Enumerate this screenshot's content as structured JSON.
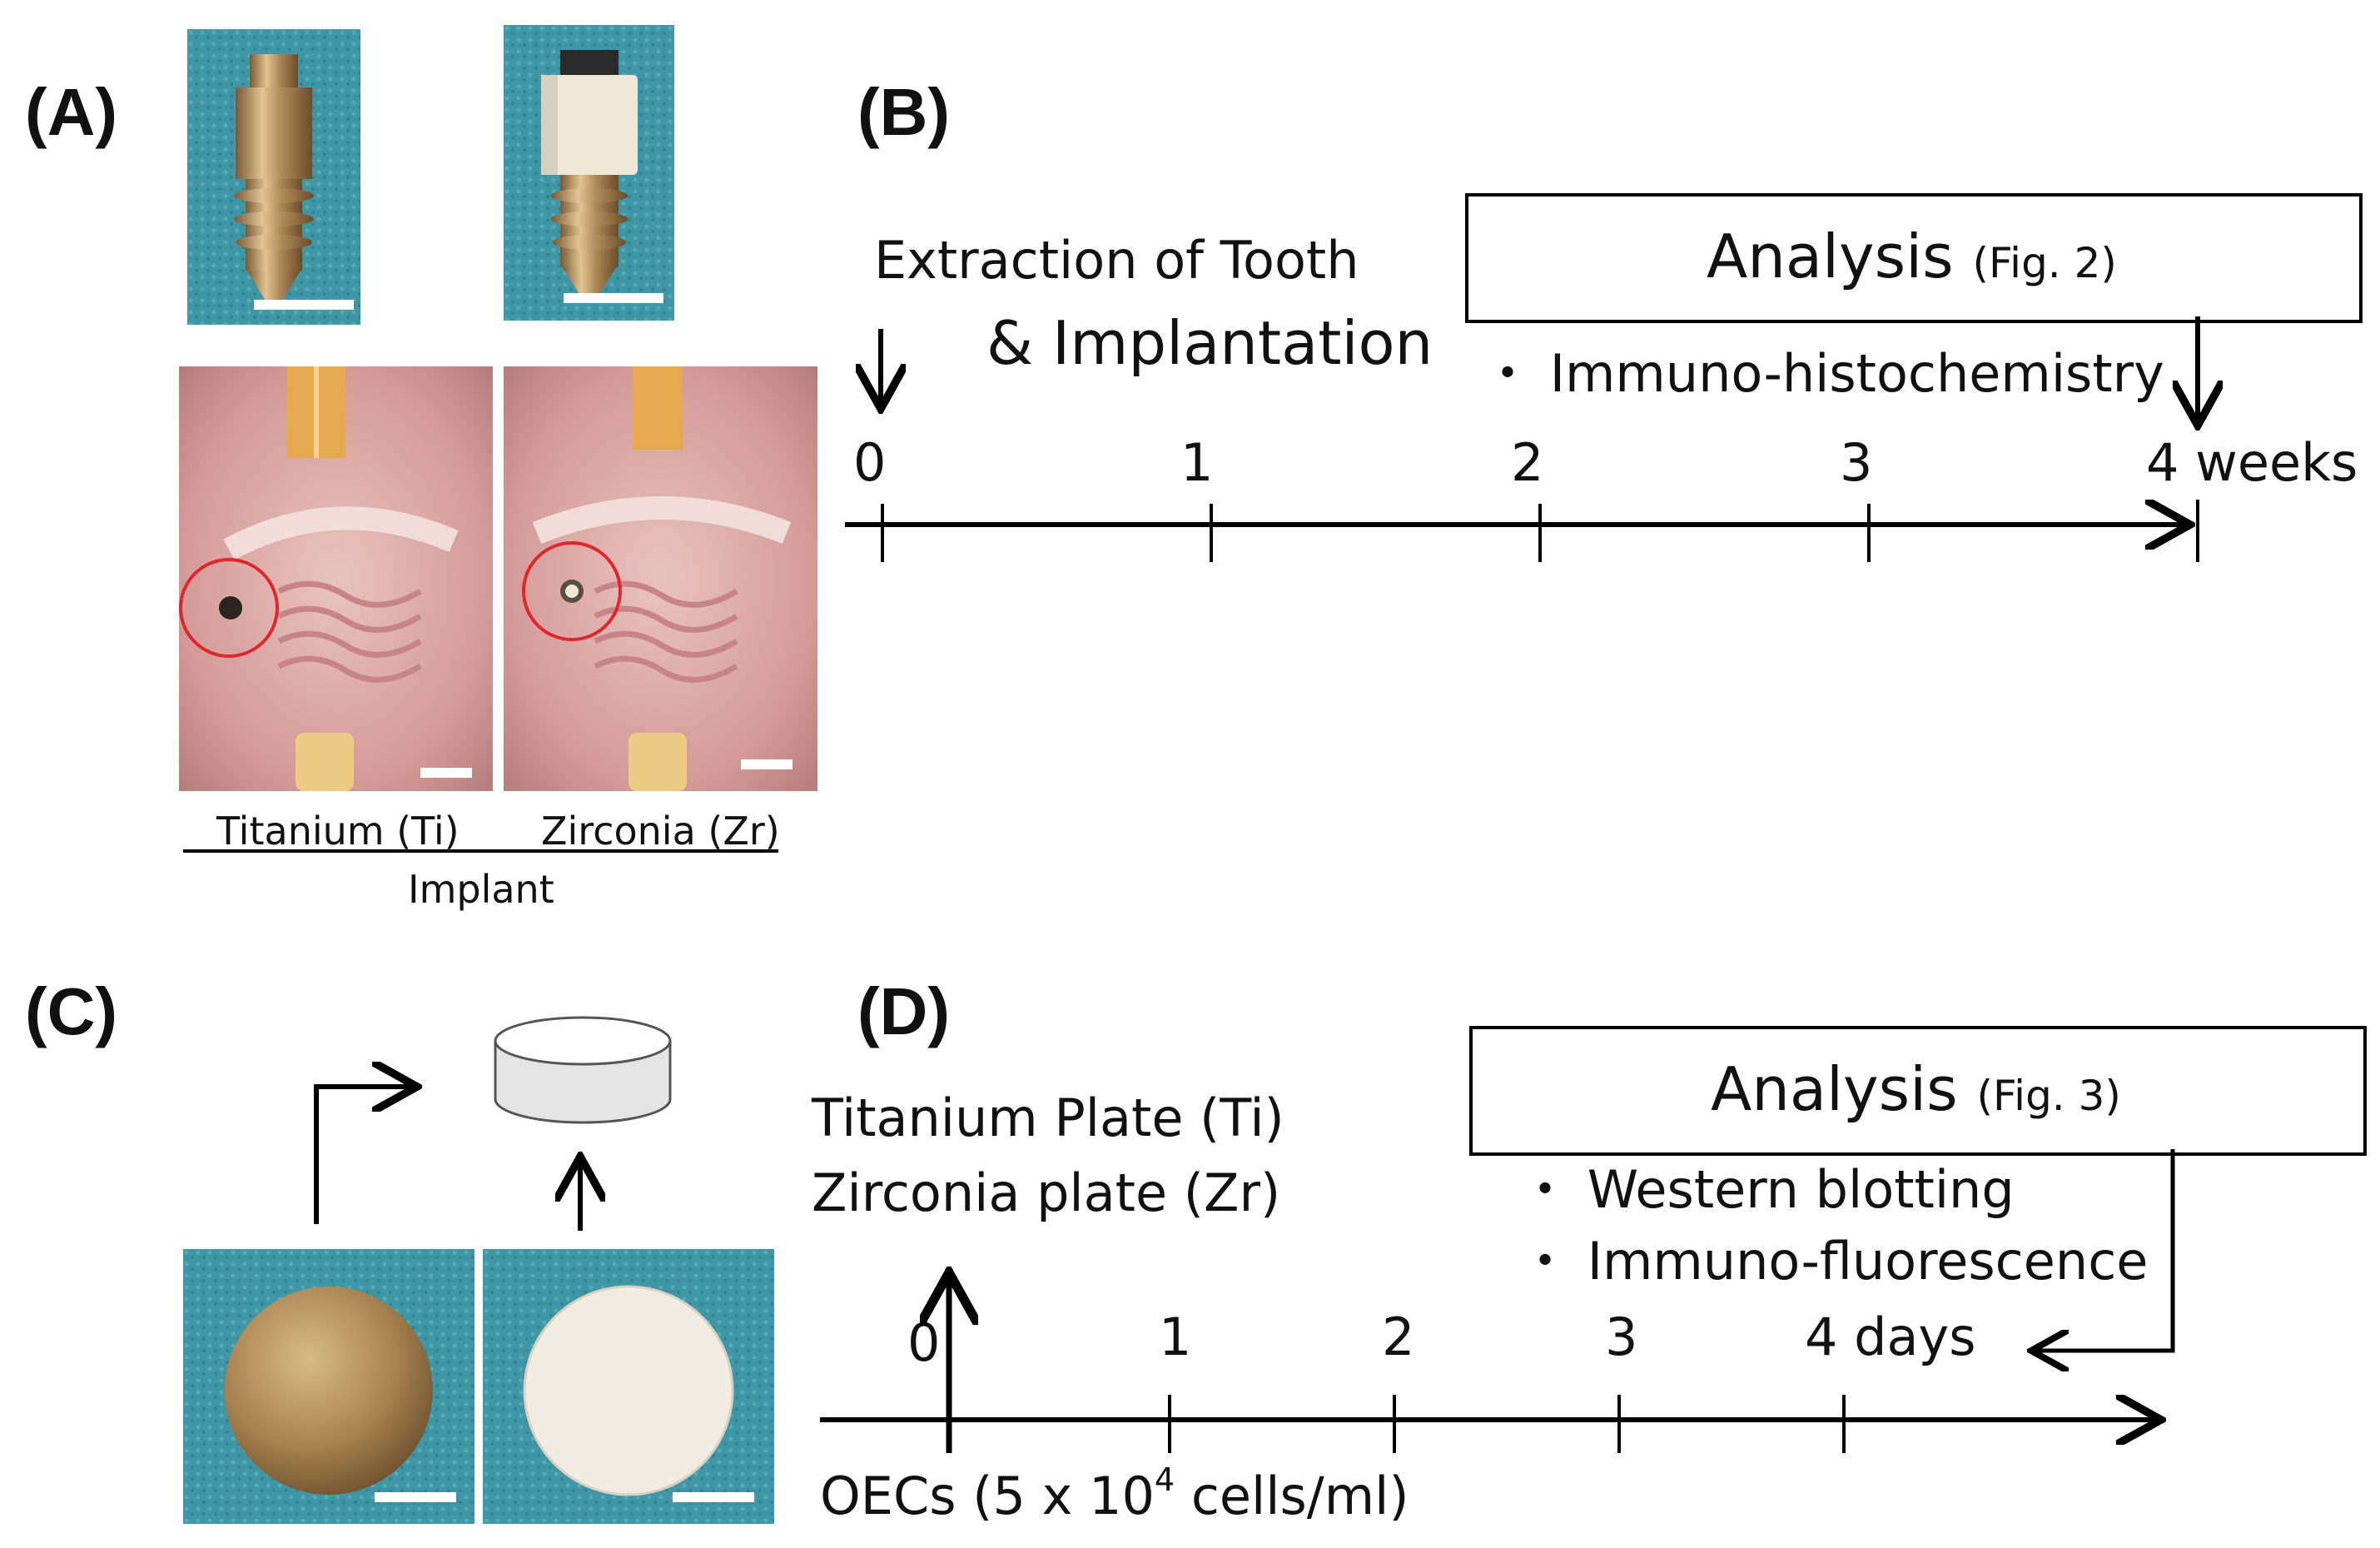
{
  "panels": {
    "a": "(A)",
    "b": "(B)",
    "c": "(C)",
    "d": "(D)"
  },
  "panel_a": {
    "label_ti": "Titanium (Ti)",
    "label_zr": "Zirconia (Zr)",
    "group_label": "Implant"
  },
  "panel_b": {
    "start_event_line1": "Extraction of Tooth",
    "start_event_line2": "& Implantation",
    "analysis_title": "Analysis",
    "analysis_ref": "(Fig. 2)",
    "analysis_items": [
      "・ Immuno-histochemistry"
    ],
    "ticks": [
      "0",
      "1",
      "2",
      "3",
      "4 weeks"
    ]
  },
  "panel_d": {
    "plates_line1": "Titanium Plate (Ti)",
    "plates_line2": "Zirconia plate (Zr)",
    "analysis_title": "Analysis",
    "analysis_ref": "(Fig. 3)",
    "analysis_items": [
      "・ Western blotting",
      "・ Immuno-fluorescence"
    ],
    "ticks": [
      "0",
      "1",
      "2",
      "3",
      "4 days"
    ],
    "cells_prefix": "OECs (5 x 10",
    "cells_exp": "4",
    "cells_suffix": " cells/ml)"
  },
  "colors": {
    "fabric_blue": "#3f97a6",
    "titanium": "#b08b5a",
    "zirconia": "#efe8d9",
    "tissue_pink": "#dca9a6",
    "incisor": "#e7a94e",
    "circle_red": "#e0262a"
  }
}
